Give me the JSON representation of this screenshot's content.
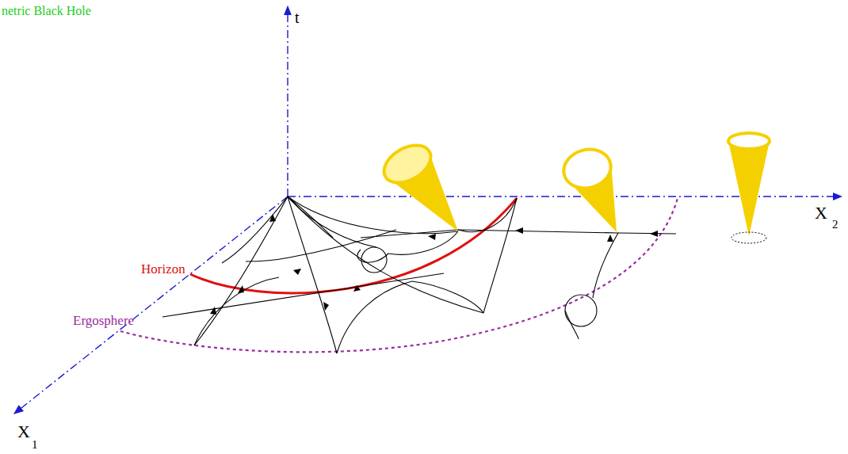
{
  "diagram": {
    "labels": [
      "netric Black Hole",
      "t",
      "Horizon",
      "Ergosphere",
      "X",
      "1",
      "X",
      "2"
    ]
  }
}
